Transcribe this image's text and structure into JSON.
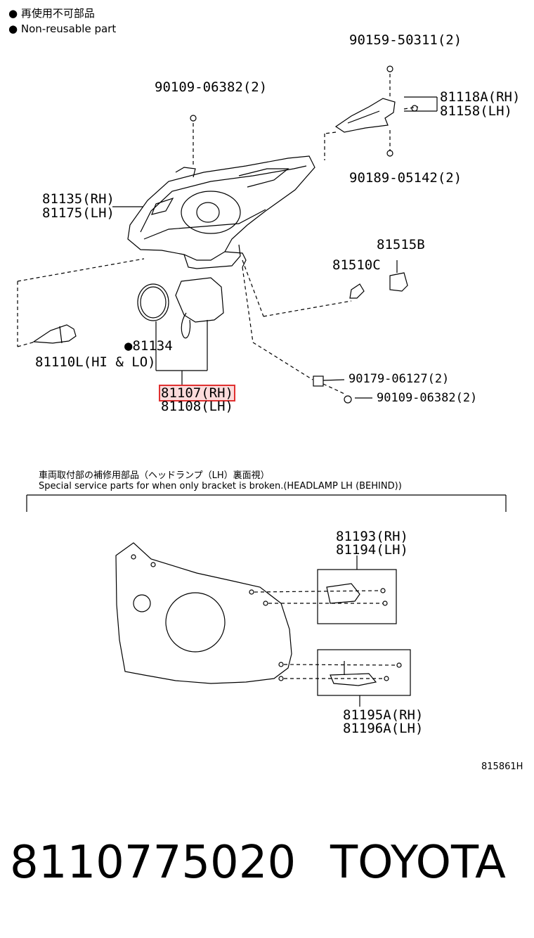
{
  "legend": {
    "bullet": "●",
    "line1": "再使用不可部品",
    "line2": "Non-reusable part"
  },
  "parts": {
    "p90159": "90159-50311(2)",
    "p90109_top": "90109-06382(2)",
    "p81118": "81118A(RH)",
    "p81158": "81158(LH)",
    "p90189": "90189-05142(2)",
    "p81135": "81135(RH)",
    "p81175": "81175(LH)",
    "p81515": "81515B",
    "p81510": "81510C",
    "p81134": "●81134",
    "p81110": "81110L(HI & LO)",
    "p81107": "81107(RH)",
    "p81108": "81108(LH)",
    "p90179": "90179-06127(2)",
    "p90109_bot": "90109-06382(2)",
    "p81193": "81193(RH)",
    "p81194": "81194(LH)",
    "p81195": "81195A(RH)",
    "p81196": "81196A(LH)"
  },
  "service_note": {
    "jp": "車両取付部の補修用部品（ヘッドランプ（LH）裏面視）",
    "en": "Special service parts for when only bracket is broken.(HEADLAMP LH (BEHIND))"
  },
  "figure_code": "815861H",
  "footer": {
    "part_number": "8110775020",
    "brand": "TOYOTA"
  },
  "colors": {
    "highlight": "#e03030",
    "ink": "#000000"
  }
}
